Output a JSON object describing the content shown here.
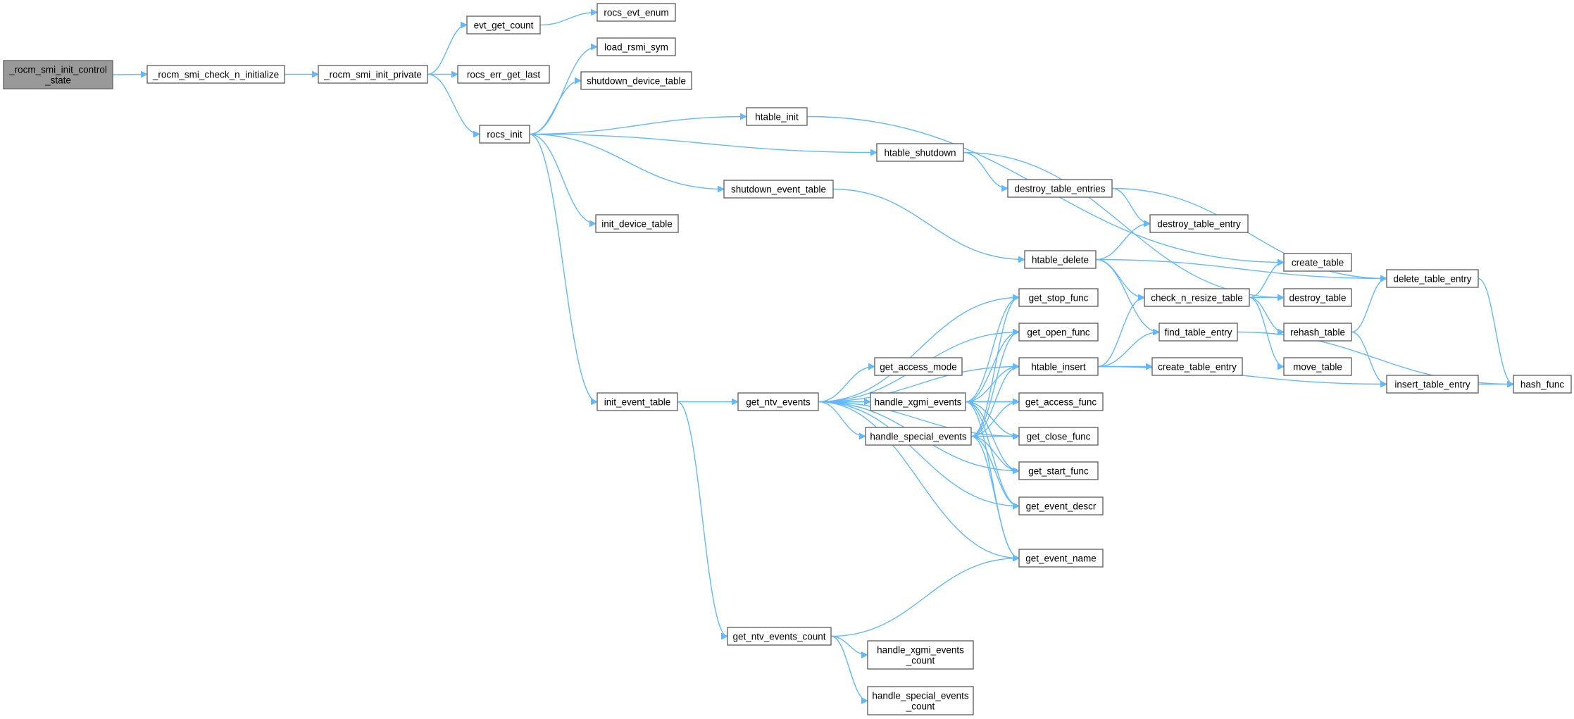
{
  "graph": {
    "nodes": [
      {
        "id": "root",
        "lines": [
          "_rocm_smi_init_control",
          "_state"
        ],
        "highlighted": true
      },
      {
        "id": "check",
        "lines": [
          "_rocm_smi_check_n_initialize"
        ]
      },
      {
        "id": "priv",
        "lines": [
          "_rocm_smi_init_private"
        ]
      },
      {
        "id": "evtcount",
        "lines": [
          "evt_get_count"
        ]
      },
      {
        "id": "evtenum",
        "lines": [
          "rocs_evt_enum"
        ]
      },
      {
        "id": "errlast",
        "lines": [
          "rocs_err_get_last"
        ]
      },
      {
        "id": "rocsinit",
        "lines": [
          "rocs_init"
        ]
      },
      {
        "id": "loadsym",
        "lines": [
          "load_rsmi_sym"
        ]
      },
      {
        "id": "shutdev",
        "lines": [
          "shutdown_device_table"
        ]
      },
      {
        "id": "htinit",
        "lines": [
          "htable_init"
        ]
      },
      {
        "id": "htshut",
        "lines": [
          "htable_shutdown"
        ]
      },
      {
        "id": "shutevt",
        "lines": [
          "shutdown_event_table"
        ]
      },
      {
        "id": "initdev",
        "lines": [
          "init_device_table"
        ]
      },
      {
        "id": "initevt",
        "lines": [
          "init_event_table"
        ]
      },
      {
        "id": "getntv",
        "lines": [
          "get_ntv_events"
        ]
      },
      {
        "id": "getntvcount",
        "lines": [
          "get_ntv_events_count"
        ]
      },
      {
        "id": "hxcount",
        "lines": [
          "handle_xgmi_events",
          "_count"
        ]
      },
      {
        "id": "hscount",
        "lines": [
          "handle_special_events",
          "_count"
        ]
      },
      {
        "id": "getaccmode",
        "lines": [
          "get_access_mode"
        ]
      },
      {
        "id": "hxgmi",
        "lines": [
          "handle_xgmi_events"
        ]
      },
      {
        "id": "hspecial",
        "lines": [
          "handle_special_events"
        ]
      },
      {
        "id": "destentries",
        "lines": [
          "destroy_table_entries"
        ]
      },
      {
        "id": "htdelete",
        "lines": [
          "htable_delete"
        ]
      },
      {
        "id": "getstop",
        "lines": [
          "get_stop_func"
        ]
      },
      {
        "id": "getopen",
        "lines": [
          "get_open_func"
        ]
      },
      {
        "id": "htinsert",
        "lines": [
          "htable_insert"
        ]
      },
      {
        "id": "getaccess",
        "lines": [
          "get_access_func"
        ]
      },
      {
        "id": "getclose",
        "lines": [
          "get_close_func"
        ]
      },
      {
        "id": "getstart",
        "lines": [
          "get_start_func"
        ]
      },
      {
        "id": "getdescr",
        "lines": [
          "get_event_descr"
        ]
      },
      {
        "id": "getname",
        "lines": [
          "get_event_name"
        ]
      },
      {
        "id": "destentry",
        "lines": [
          "destroy_table_entry"
        ]
      },
      {
        "id": "checkresize",
        "lines": [
          "check_n_resize_table"
        ]
      },
      {
        "id": "findentry",
        "lines": [
          "find_table_entry"
        ]
      },
      {
        "id": "createentry",
        "lines": [
          "create_table_entry"
        ]
      },
      {
        "id": "createtable",
        "lines": [
          "create_table"
        ]
      },
      {
        "id": "desttable",
        "lines": [
          "destroy_table"
        ]
      },
      {
        "id": "rehash",
        "lines": [
          "rehash_table"
        ]
      },
      {
        "id": "movetable",
        "lines": [
          "move_table"
        ]
      },
      {
        "id": "delentry",
        "lines": [
          "delete_table_entry"
        ]
      },
      {
        "id": "insentry",
        "lines": [
          "insert_table_entry"
        ]
      },
      {
        "id": "hashfunc",
        "lines": [
          "hash_func"
        ]
      }
    ],
    "edges": [
      [
        "root",
        "check"
      ],
      [
        "check",
        "priv"
      ],
      [
        "priv",
        "evtcount"
      ],
      [
        "priv",
        "errlast"
      ],
      [
        "priv",
        "rocsinit"
      ],
      [
        "evtcount",
        "evtenum"
      ],
      [
        "rocsinit",
        "loadsym"
      ],
      [
        "rocsinit",
        "shutdev"
      ],
      [
        "rocsinit",
        "htinit"
      ],
      [
        "rocsinit",
        "htshut"
      ],
      [
        "rocsinit",
        "shutevt"
      ],
      [
        "rocsinit",
        "initdev"
      ],
      [
        "rocsinit",
        "initevt"
      ],
      [
        "htinit",
        "createtable"
      ],
      [
        "htshut",
        "destentries"
      ],
      [
        "htshut",
        "desttable"
      ],
      [
        "destentries",
        "destentry"
      ],
      [
        "destentries",
        "delentry"
      ],
      [
        "shutevt",
        "htdelete"
      ],
      [
        "htdelete",
        "destentry"
      ],
      [
        "htdelete",
        "checkresize"
      ],
      [
        "htdelete",
        "findentry"
      ],
      [
        "htdelete",
        "delentry"
      ],
      [
        "initevt",
        "getntv"
      ],
      [
        "initevt",
        "getntvcount"
      ],
      [
        "getntv",
        "getaccmode"
      ],
      [
        "getntv",
        "hxgmi"
      ],
      [
        "getntv",
        "hspecial"
      ],
      [
        "getntv",
        "getstop"
      ],
      [
        "getntv",
        "getopen"
      ],
      [
        "getntv",
        "htinsert"
      ],
      [
        "getntv",
        "getaccess"
      ],
      [
        "getntv",
        "getclose"
      ],
      [
        "getntv",
        "getstart"
      ],
      [
        "getntv",
        "getdescr"
      ],
      [
        "getntv",
        "getname"
      ],
      [
        "hxgmi",
        "getstop"
      ],
      [
        "hxgmi",
        "getopen"
      ],
      [
        "hxgmi",
        "htinsert"
      ],
      [
        "hxgmi",
        "getaccess"
      ],
      [
        "hxgmi",
        "getclose"
      ],
      [
        "hxgmi",
        "getstart"
      ],
      [
        "hxgmi",
        "getdescr"
      ],
      [
        "hxgmi",
        "getname"
      ],
      [
        "hspecial",
        "getstop"
      ],
      [
        "hspecial",
        "getopen"
      ],
      [
        "hspecial",
        "htinsert"
      ],
      [
        "hspecial",
        "getaccess"
      ],
      [
        "hspecial",
        "getclose"
      ],
      [
        "hspecial",
        "getstart"
      ],
      [
        "hspecial",
        "getdescr"
      ],
      [
        "hspecial",
        "getname"
      ],
      [
        "htinsert",
        "checkresize"
      ],
      [
        "htinsert",
        "findentry"
      ],
      [
        "htinsert",
        "createentry"
      ],
      [
        "htinsert",
        "insentry"
      ],
      [
        "checkresize",
        "createtable"
      ],
      [
        "checkresize",
        "desttable"
      ],
      [
        "checkresize",
        "rehash"
      ],
      [
        "checkresize",
        "movetable"
      ],
      [
        "rehash",
        "delentry"
      ],
      [
        "rehash",
        "insentry"
      ],
      [
        "findentry",
        "hashfunc"
      ],
      [
        "delentry",
        "hashfunc"
      ],
      [
        "insentry",
        "hashfunc"
      ],
      [
        "getntvcount",
        "hxcount"
      ],
      [
        "getntvcount",
        "hscount"
      ],
      [
        "getntvcount",
        "getname"
      ]
    ]
  }
}
